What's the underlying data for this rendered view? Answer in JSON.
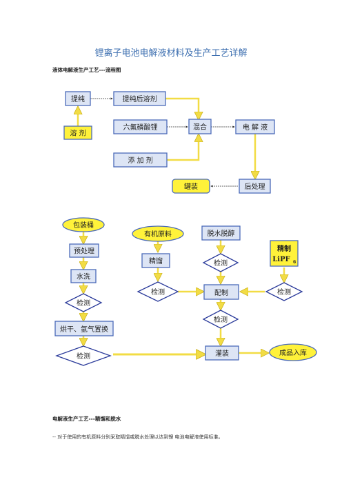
{
  "page": {
    "title": "锂离子电池电解液材料及生产工艺详解",
    "section1_heading": "液体电解液生产工艺---流程图",
    "section2_heading": "电解液生产工艺---精馏和脱水",
    "section2_text": "-- 对于使用的有机原料分别采取精馏或脱水处理以达到锂 电池电解液使用标准。"
  },
  "flow1": {
    "purify": "提纯",
    "solvent": "溶 剂",
    "purified_solvent": "提纯后溶剂",
    "lipf6": "六氟磷酸锂",
    "additive": "添 加 剂",
    "mix": "混合",
    "electrolyte": "电 解 液",
    "post_treatment": "后处理",
    "canning": "罐装"
  },
  "flow2": {
    "packaging_drum": "包装桶",
    "pretreatment": "预处理",
    "water_wash": "水洗",
    "inspect1": "检测",
    "dry_argon": "烘干、氩气置换",
    "inspect2": "检测",
    "organic_raw": "有机原料",
    "rectify": "精馏",
    "inspect3": "检测",
    "dehydrate": "脱水脱醇",
    "inspect4": "检测",
    "prepare": "配制",
    "inspect5": "检测",
    "filling": "灌装",
    "refined_lipf6_line1": "精制",
    "refined_lipf6_line2": "LiPF",
    "refined_lipf6_sub": "6",
    "inspect6": "检测",
    "finished_storage": "成品入库"
  },
  "colors": {
    "box_fill": "#dde5f5",
    "box_stroke": "#4a6ab8",
    "arrow": "#f2dc44",
    "yellow_fill": "#fff23a",
    "diamond_stroke": "#2a3a9a"
  }
}
